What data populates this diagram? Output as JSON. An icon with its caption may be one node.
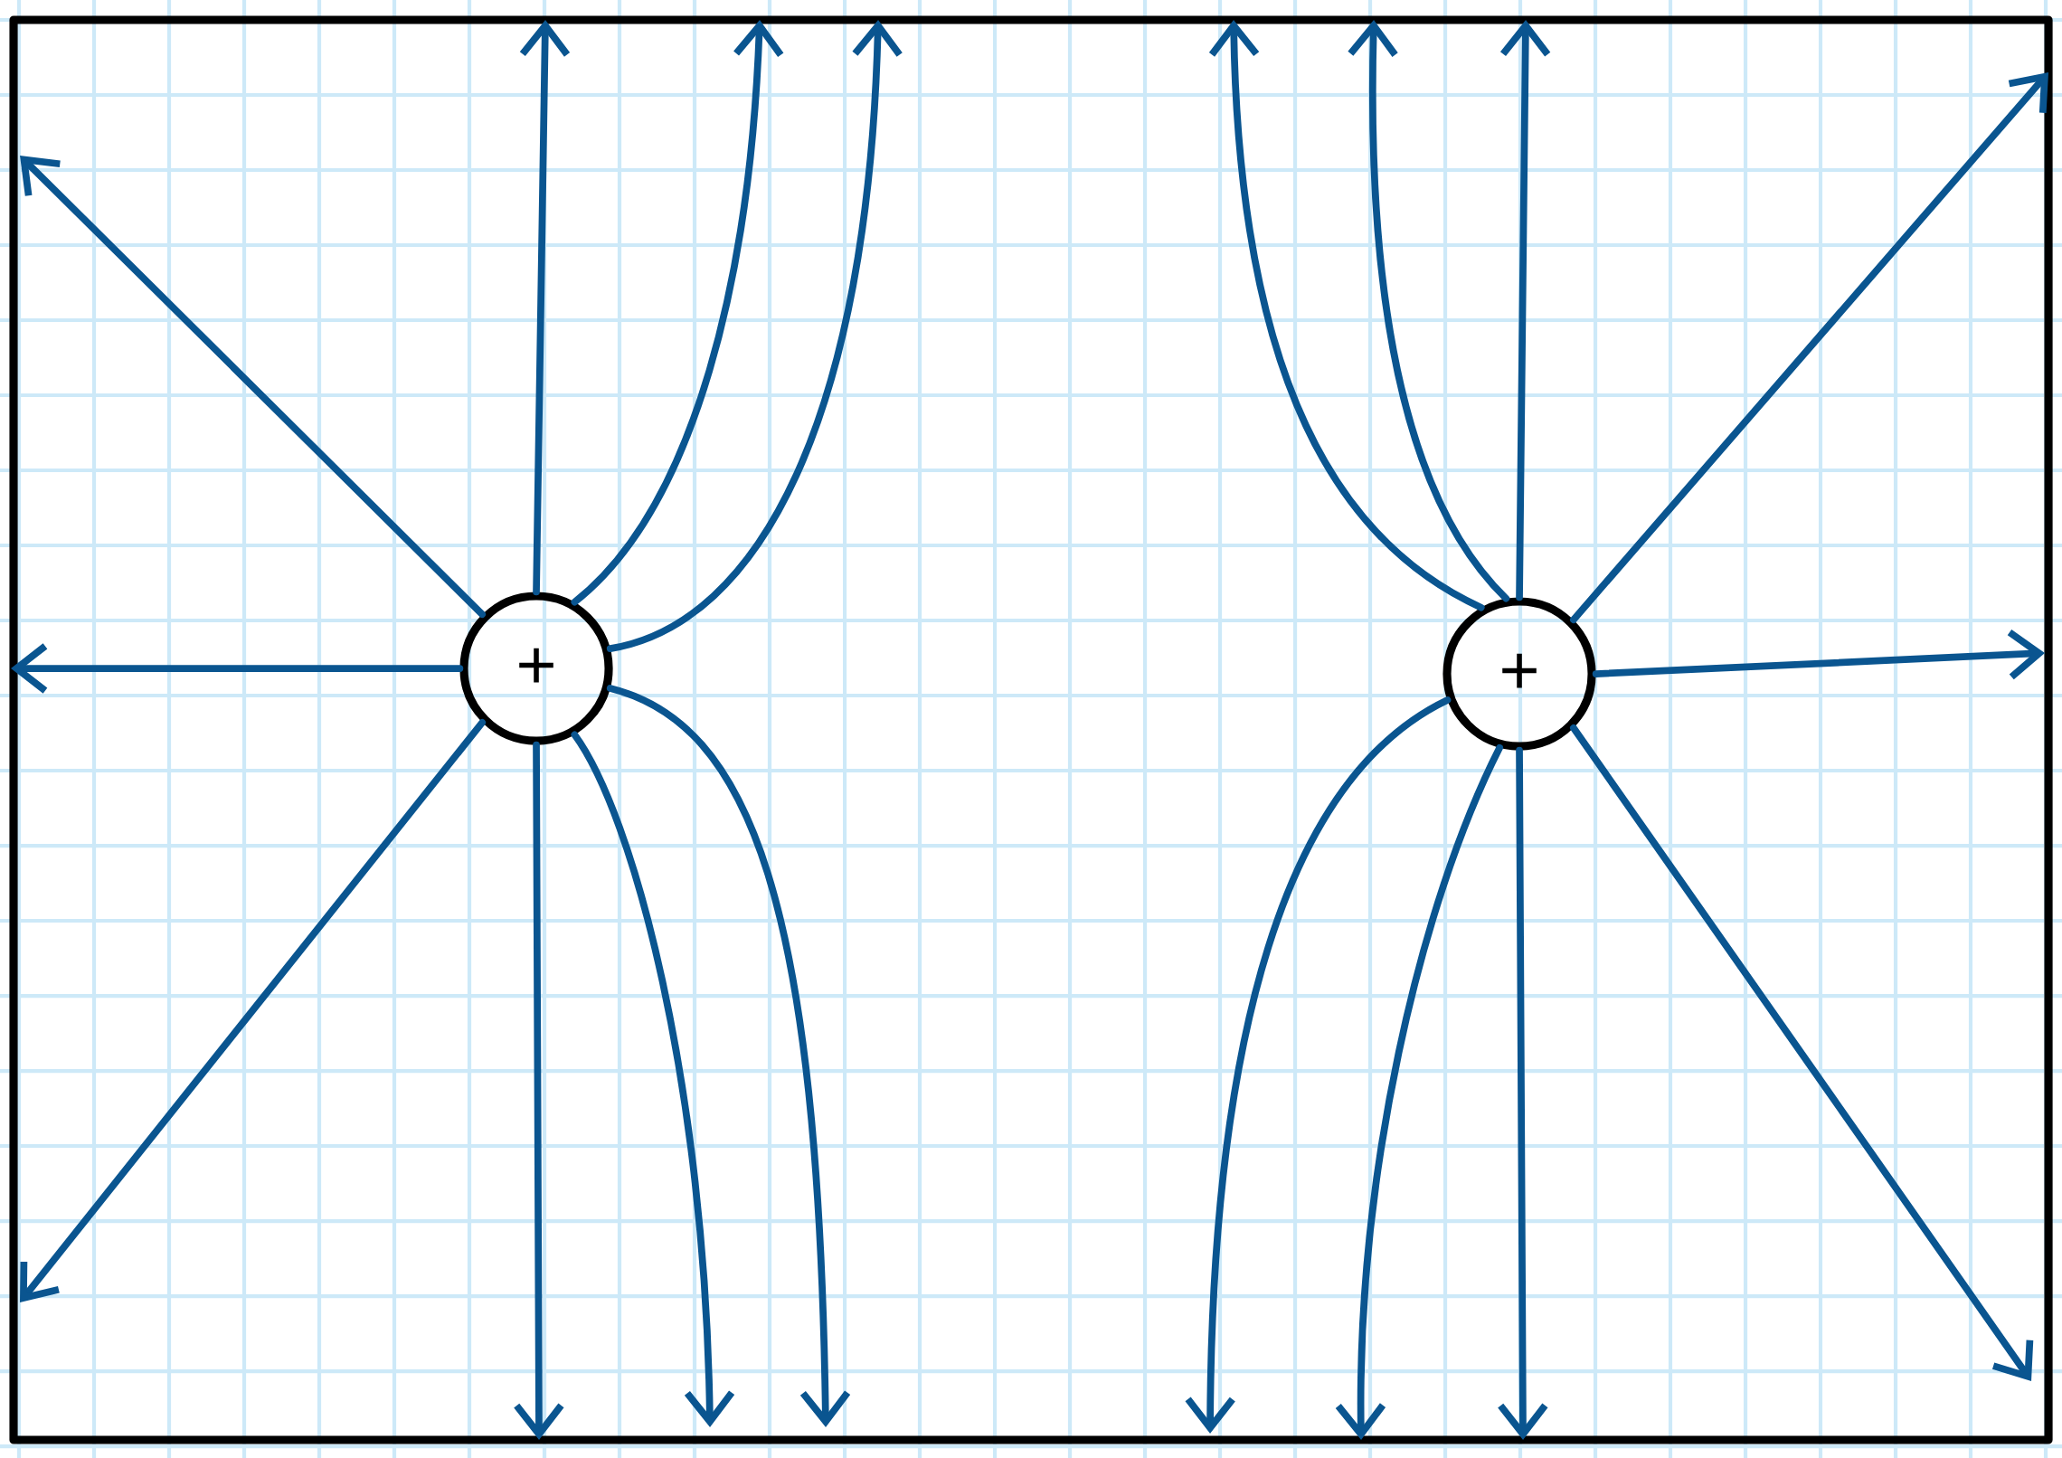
{
  "diagram": {
    "nodes": [
      {
        "text": [
          "+"
        ]
      },
      {
        "text": [
          "+"
        ]
      }
    ],
    "edges": [
      {
        "from": 0,
        "to": null,
        "arrow": "to"
      },
      {
        "from": 0,
        "to": null,
        "arrow": "to"
      },
      {
        "from": 0,
        "to": null,
        "arrow": "to"
      },
      {
        "from": 0,
        "to": null,
        "arrow": "to"
      },
      {
        "from": 0,
        "to": null,
        "arrow": "to"
      },
      {
        "from": 0,
        "to": null,
        "arrow": "to"
      },
      {
        "from": 0,
        "to": null,
        "arrow": "to"
      },
      {
        "from": 0,
        "to": null,
        "arrow": "to"
      },
      {
        "from": 0,
        "to": null,
        "arrow": "to"
      },
      {
        "from": 1,
        "to": null,
        "arrow": "to"
      },
      {
        "from": 1,
        "to": null,
        "arrow": "to"
      },
      {
        "from": 1,
        "to": null,
        "arrow": "to"
      },
      {
        "from": 1,
        "to": null,
        "arrow": "to"
      },
      {
        "from": 1,
        "to": null,
        "arrow": "to"
      },
      {
        "from": 1,
        "to": null,
        "arrow": "to"
      },
      {
        "from": 1,
        "to": null,
        "arrow": "to"
      },
      {
        "from": 1,
        "to": null,
        "arrow": "to"
      },
      {
        "from": 1,
        "to": null,
        "arrow": "to"
      }
    ]
  }
}
